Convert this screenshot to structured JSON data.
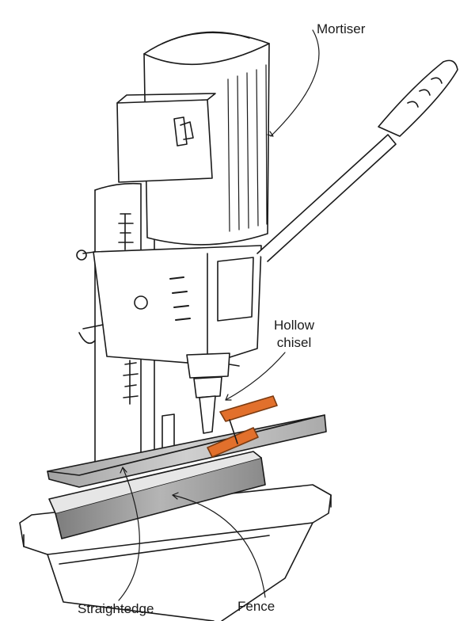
{
  "labels": {
    "mortiser": "Mortiser",
    "hollow_chisel_line1": "Hollow",
    "hollow_chisel_line2": "chisel",
    "straightedge": "Straightedge",
    "fence": "Fence"
  },
  "colors": {
    "ink": "#1a1a1a",
    "clamp_orange": "#e2702c",
    "fence_gray": "#9a9a9a",
    "straightedge_gray": "#b8b8b8"
  }
}
